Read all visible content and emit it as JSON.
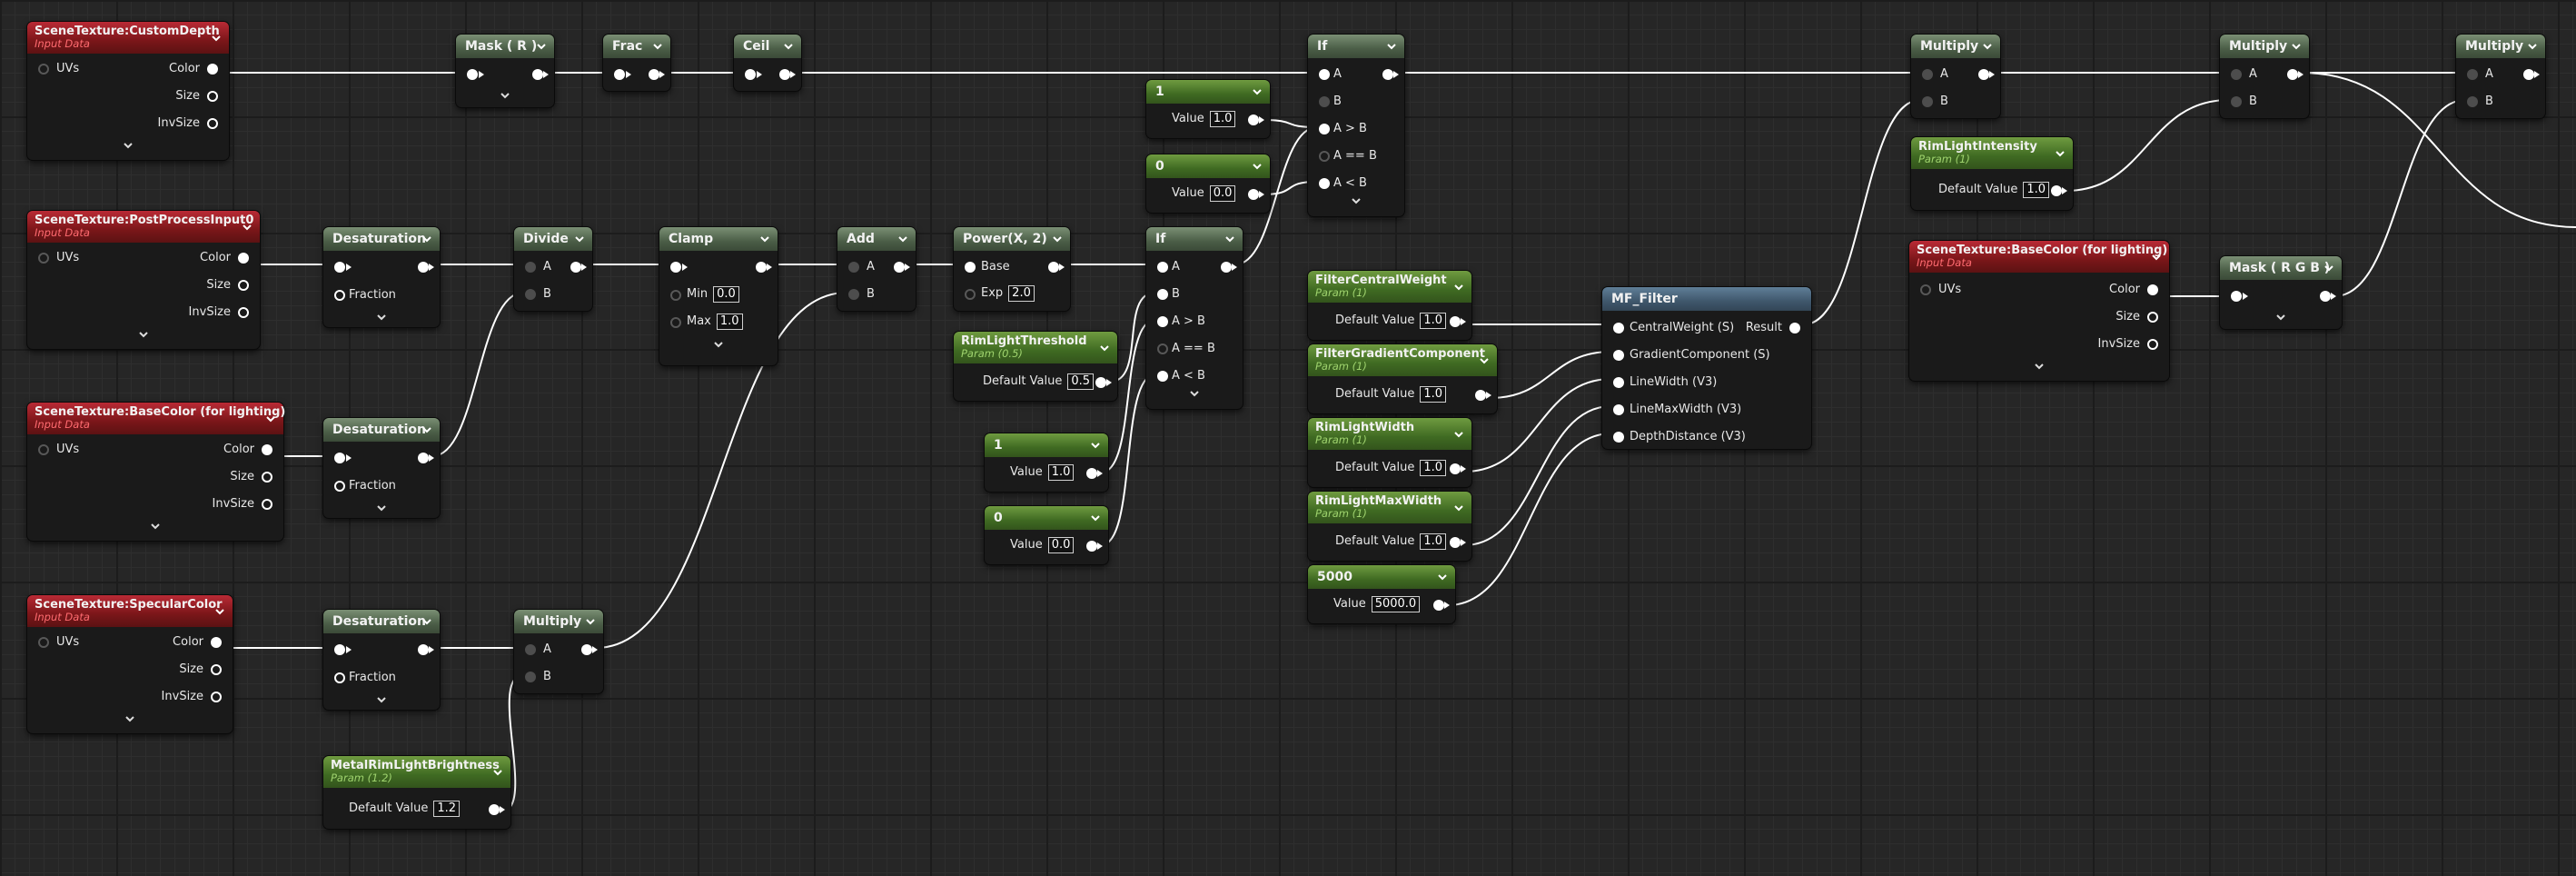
{
  "graph": {
    "nodes": {
      "n_cdepth": {
        "title": "SceneTexture:CustomDepth",
        "subtitle": "Input Data",
        "inputs": [
          "UVs"
        ],
        "outputs": [
          "Color",
          "Size",
          "InvSize"
        ]
      },
      "n_ppi": {
        "title": "SceneTexture:PostProcessInput0",
        "subtitle": "Input Data",
        "inputs": [
          "UVs"
        ],
        "outputs": [
          "Color",
          "Size",
          "InvSize"
        ]
      },
      "n_basecolor1": {
        "title": "SceneTexture:BaseColor (for lighting)",
        "subtitle": "Input Data",
        "inputs": [
          "UVs"
        ],
        "outputs": [
          "Color",
          "Size",
          "InvSize"
        ]
      },
      "n_spec": {
        "title": "SceneTexture:SpecularColor",
        "subtitle": "Input Data",
        "inputs": [
          "UVs"
        ],
        "outputs": [
          "Color",
          "Size",
          "InvSize"
        ]
      },
      "n_basecolor2": {
        "title": "SceneTexture:BaseColor (for lighting)",
        "subtitle": "Input Data",
        "inputs": [
          "UVs"
        ],
        "outputs": [
          "Color",
          "Size",
          "InvSize"
        ]
      },
      "n_mask_r": {
        "title": "Mask ( R )"
      },
      "n_frac": {
        "title": "Frac"
      },
      "n_ceil": {
        "title": "Ceil"
      },
      "n_desat1": {
        "title": "Desaturation",
        "inputs": [
          "",
          "Fraction"
        ]
      },
      "n_desat2": {
        "title": "Desaturation",
        "inputs": [
          "",
          "Fraction"
        ]
      },
      "n_desat3": {
        "title": "Desaturation",
        "inputs": [
          "",
          "Fraction"
        ]
      },
      "n_divide": {
        "title": "Divide",
        "inputs": [
          "A",
          "B"
        ]
      },
      "n_clamp": {
        "title": "Clamp",
        "min_label": "Min",
        "min_value": "0.0",
        "max_label": "Max",
        "max_value": "1.0"
      },
      "n_add": {
        "title": "Add",
        "inputs": [
          "A",
          "B"
        ]
      },
      "n_multiply1": {
        "title": "Multiply",
        "inputs": [
          "A",
          "B"
        ]
      },
      "n_power": {
        "title": "Power(X, 2)",
        "inputs": [
          "Base"
        ],
        "exp_label": "Exp",
        "exp_value": "2.0"
      },
      "n_rlthresh": {
        "title": "RimLightThreshold",
        "subtitle": "Param (0.5)",
        "field_label": "Default Value",
        "field_value": "0.5"
      },
      "n_const1a": {
        "title": "1",
        "field_label": "Value",
        "field_value": "1.0"
      },
      "n_const0a": {
        "title": "0",
        "field_label": "Value",
        "field_value": "0.0"
      },
      "n_const1b": {
        "title": "1",
        "field_label": "Value",
        "field_value": "1.0"
      },
      "n_const0b": {
        "title": "0",
        "field_label": "Value",
        "field_value": "0.0"
      },
      "n_if1": {
        "title": "If",
        "inputs": [
          "A",
          "B",
          "A > B",
          "A == B",
          "A < B"
        ]
      },
      "n_if2": {
        "title": "If",
        "inputs": [
          "A",
          "B",
          "A > B",
          "A == B",
          "A < B"
        ]
      },
      "n_fcw": {
        "title": "FilterCentralWeight",
        "subtitle": "Param (1)",
        "field_label": "Default Value",
        "field_value": "1.0"
      },
      "n_fgc": {
        "title": "FilterGradientComponent",
        "subtitle": "Param (1)",
        "field_label": "Default Value",
        "field_value": "1.0"
      },
      "n_rlw": {
        "title": "RimLightWidth",
        "subtitle": "Param (1)",
        "field_label": "Default Value",
        "field_value": "1.0"
      },
      "n_rlmw": {
        "title": "RimLightMaxWidth",
        "subtitle": "Param (1)",
        "field_label": "Default Value",
        "field_value": "1.0"
      },
      "n_5000": {
        "title": "5000",
        "field_label": "Value",
        "field_value": "5000.0"
      },
      "n_mffilter": {
        "title": "MF_Filter",
        "inputs": [
          "CentralWeight (S)",
          "GradientComponent (S)",
          "LineWidth (V3)",
          "LineMaxWidth (V3)",
          "DepthDistance (V3)"
        ],
        "output": "Result"
      },
      "n_multiply2": {
        "title": "Multiply",
        "inputs": [
          "A",
          "B"
        ]
      },
      "n_multiply3": {
        "title": "Multiply",
        "inputs": [
          "A",
          "B"
        ]
      },
      "n_multiply4": {
        "title": "Multiply",
        "inputs": [
          "A",
          "B"
        ]
      },
      "n_rli": {
        "title": "RimLightIntensity",
        "subtitle": "Param (1)",
        "field_label": "Default Value",
        "field_value": "1.0"
      },
      "n_mask_rgb": {
        "title": "Mask ( R G B )"
      },
      "n_metal": {
        "title": "MetalRimLightBrightness",
        "subtitle": "Param (1.2)",
        "field_label": "Default Value",
        "field_value": "1.2"
      }
    }
  },
  "colors": {
    "background": "#262626",
    "node_body": "#1a1a1a",
    "texture_header": "#7a1619",
    "param_header": "#3f6a22",
    "math_header": "#4b5e47",
    "function_header": "#3f576c",
    "wire": "#ffffff"
  }
}
